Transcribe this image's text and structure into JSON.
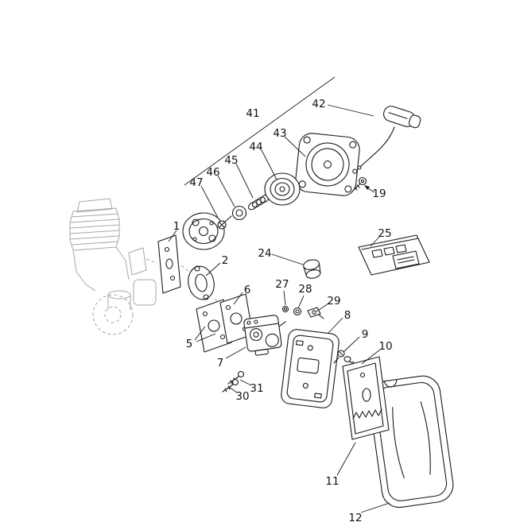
{
  "colors": {
    "line": "#1a1a1a",
    "muted": "#a6a6a6",
    "background": "#ffffff"
  },
  "part_labels": {
    "p1": "1",
    "p2": "2",
    "p5": "5",
    "p6": "6",
    "p7": "7",
    "p8": "8",
    "p9": "9",
    "p10": "10",
    "p11": "11",
    "p12": "12",
    "p19": "19",
    "p24": "24",
    "p25": "25",
    "p27": "27",
    "p28": "28",
    "p29": "29",
    "p30": "30",
    "p31": "31",
    "p41": "41",
    "p42": "42",
    "p43": "43",
    "p44": "44",
    "p45": "45",
    "p46": "46",
    "p47": "47"
  }
}
